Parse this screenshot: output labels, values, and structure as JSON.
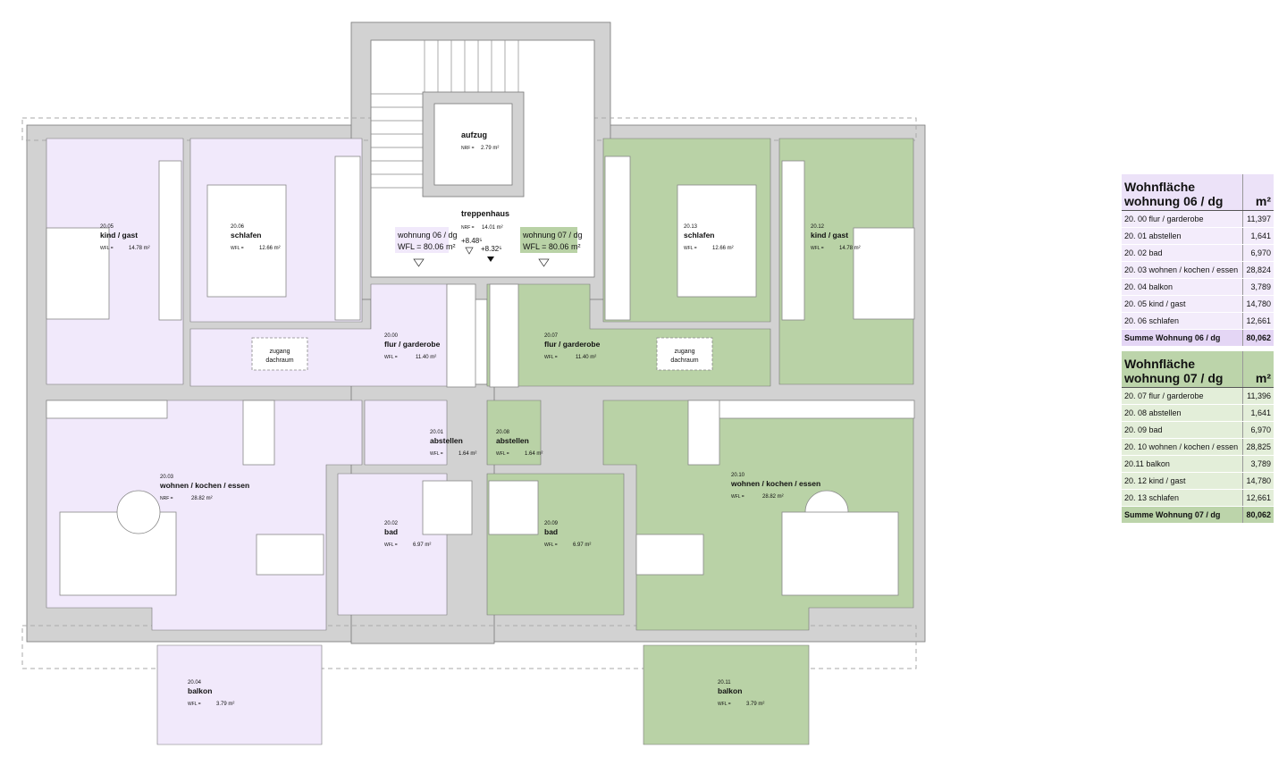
{
  "colors": {
    "wohnung_06": "#f1e9fb",
    "wohnung_07": "#b9d2a6",
    "wall": "#d2d2d2"
  },
  "rooms": [
    {
      "id": "20.05",
      "name": "kind / gast",
      "label": "WFL =",
      "area": "14.78 m²",
      "unit": "06"
    },
    {
      "id": "20.06",
      "name": "schlafen",
      "label": "WFL =",
      "area": "12.66 m²",
      "unit": "06"
    },
    {
      "id": "20.00",
      "name": "flur / garderobe",
      "label": "WFL =",
      "area": "11.40 m²",
      "unit": "06"
    },
    {
      "id": "20.01",
      "name": "abstellen",
      "label": "WFL =",
      "area": "1.64 m²",
      "unit": "06"
    },
    {
      "id": "20.02",
      "name": "bad",
      "label": "WFL =",
      "area": "6.97 m²",
      "unit": "06"
    },
    {
      "id": "20.03",
      "name": "wohnen / kochen / essen",
      "label": "NRF =",
      "area": "28.82 m²",
      "unit": "06"
    },
    {
      "id": "20.04",
      "name": "balkon",
      "label": "WFL =",
      "area": "3.79 m²",
      "unit": "06"
    },
    {
      "id": "20.07",
      "name": "flur / garderobe",
      "label": "WFL =",
      "area": "11.40 m²",
      "unit": "07"
    },
    {
      "id": "20.08",
      "name": "abstellen",
      "label": "WFL =",
      "area": "1.64 m²",
      "unit": "07"
    },
    {
      "id": "20.09",
      "name": "bad",
      "label": "WFL =",
      "area": "6.97 m²",
      "unit": "07"
    },
    {
      "id": "20.10",
      "name": "wohnen / kochen / essen",
      "label": "WFL =",
      "area": "28.82 m²",
      "unit": "07"
    },
    {
      "id": "20.11",
      "name": "balkon",
      "label": "WFL =",
      "area": "3.79 m²",
      "unit": "07"
    },
    {
      "id": "20.12",
      "name": "kind / gast",
      "label": "WFL =",
      "area": "14.78 m²",
      "unit": "07"
    },
    {
      "id": "20.13",
      "name": "schlafen",
      "label": "WFL =",
      "area": "12.66 m²",
      "unit": "07"
    }
  ],
  "core": {
    "aufzug": {
      "name": "aufzug",
      "label": "NRF =",
      "area": "2.79 m²"
    },
    "treppenhaus": {
      "name": "treppenhaus",
      "label": "NRF =",
      "area": "14.01 m²"
    },
    "level_1": "+8.48⁵",
    "level_2": "+8.32⁵",
    "tag_06": {
      "line1": "wohnung 06 / dg",
      "line2": "WFL =  80.06 m²"
    },
    "tag_07": {
      "line1": "wohnung 07 / dg",
      "line2": "WFL =  80.06 m²"
    }
  },
  "zugang": [
    "zugang",
    "dachraum"
  ],
  "tables": [
    {
      "title_1": "Wohnfläche",
      "title_2": "wohnung 06 / dg",
      "unit": "m²",
      "rows": [
        [
          "20. 00 flur / garderobe",
          "11,397"
        ],
        [
          "20. 01 abstellen",
          "1,641"
        ],
        [
          "20. 02 bad",
          "6,970"
        ],
        [
          "20. 03 wohnen / kochen / essen",
          "28,824"
        ],
        [
          "20. 04 balkon",
          "3,789"
        ],
        [
          "20. 05 kind / gast",
          "14,780"
        ],
        [
          "20. 06 schlafen",
          "12,661"
        ]
      ],
      "sum": [
        "Summe Wohnung 06 / dg",
        "80,062"
      ]
    },
    {
      "title_1": "Wohnfläche",
      "title_2": "wohnung 07 / dg",
      "unit": "m²",
      "rows": [
        [
          "20. 07 flur / garderobe",
          "11,396"
        ],
        [
          "20. 08 abstellen",
          "1,641"
        ],
        [
          "20. 09 bad",
          "6,970"
        ],
        [
          "20. 10 wohnen / kochen / essen",
          "28,825"
        ],
        [
          "20.11 balkon",
          "3,789"
        ],
        [
          "20. 12 kind / gast",
          "14,780"
        ],
        [
          "20. 13 schlafen",
          "12,661"
        ]
      ],
      "sum": [
        "Summe Wohnung 07 / dg",
        "80,062"
      ]
    }
  ]
}
